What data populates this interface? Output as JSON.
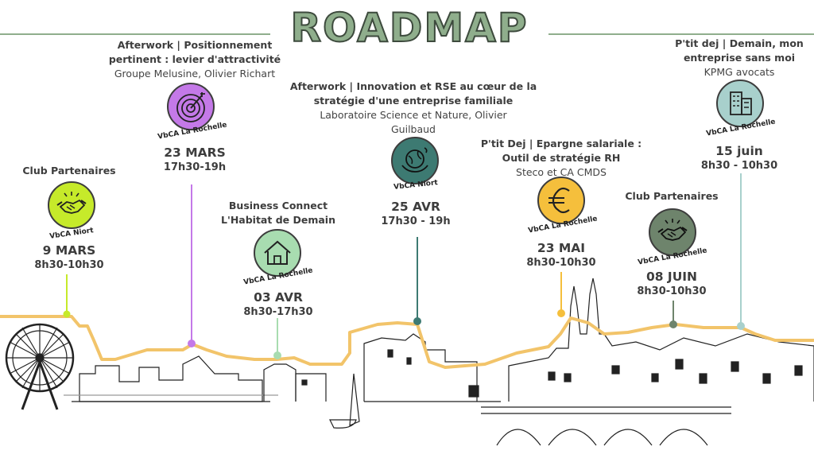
{
  "title": "ROADMAP",
  "colors": {
    "sage": "#8fae8c",
    "road": "#f2c46a",
    "lime": "#c6ea2a",
    "purple": "#c479e8",
    "mint": "#a8dcb0",
    "teal": "#3d7a72",
    "gold": "#f5bf3c",
    "olive": "#6e846c",
    "aqua": "#a8d0cc"
  },
  "events": [
    {
      "title_lines": [
        "Club Partenaires"
      ],
      "host_lines": [],
      "badge_label": "VbCA Niort",
      "date": "9 MARS",
      "time": "8h30-10h30",
      "icon": "handshake-icon"
    },
    {
      "title_lines": [
        "Afterwork | Positionnement",
        "pertinent : levier d'attractivité"
      ],
      "host_lines": [
        "Groupe Melusine, Olivier Richart"
      ],
      "badge_label": "VbCA La Rochelle",
      "date": "23 MARS",
      "time": "17h30-19h",
      "icon": "target-icon"
    },
    {
      "title_lines": [
        "Business Connect",
        "L'Habitat de Demain"
      ],
      "host_lines": [],
      "badge_label": "VbCA La Rochelle",
      "date": "03 AVR",
      "time": "8h30-17h30",
      "icon": "house-icon"
    },
    {
      "title_lines": [
        "Afterwork | Innovation et RSE au cœur de la",
        "stratégie d'une entreprise familiale"
      ],
      "host_lines": [
        "Laboratoire Science et Nature, Olivier",
        "Guilbaud"
      ],
      "badge_label": "VbCA Niort",
      "date": "25 AVR",
      "time": "17h30 - 19h",
      "icon": "eco-globe-icon"
    },
    {
      "title_lines": [
        "P'tit Dej | Epargne salariale :",
        "Outil de stratégie RH"
      ],
      "host_lines": [
        "Steco et CA CMDS"
      ],
      "badge_label": "VbCA La Rochelle",
      "date": "23 MAI",
      "time": "8h30-10h30",
      "icon": "euro-icon"
    },
    {
      "title_lines": [
        "Club Partenaires"
      ],
      "host_lines": [],
      "badge_label": "VbCA La Rochelle",
      "date": "08 JUIN",
      "time": "8h30-10h30",
      "icon": "handshake-icon"
    },
    {
      "title_lines": [
        "P'tit dej | Demain, mon",
        "entreprise sans moi"
      ],
      "host_lines": [
        "KPMG avocats"
      ],
      "badge_label": "VbCA La Rochelle",
      "date": "15 juin",
      "time": "8h30 - 10h30",
      "icon": "building-icon"
    }
  ]
}
